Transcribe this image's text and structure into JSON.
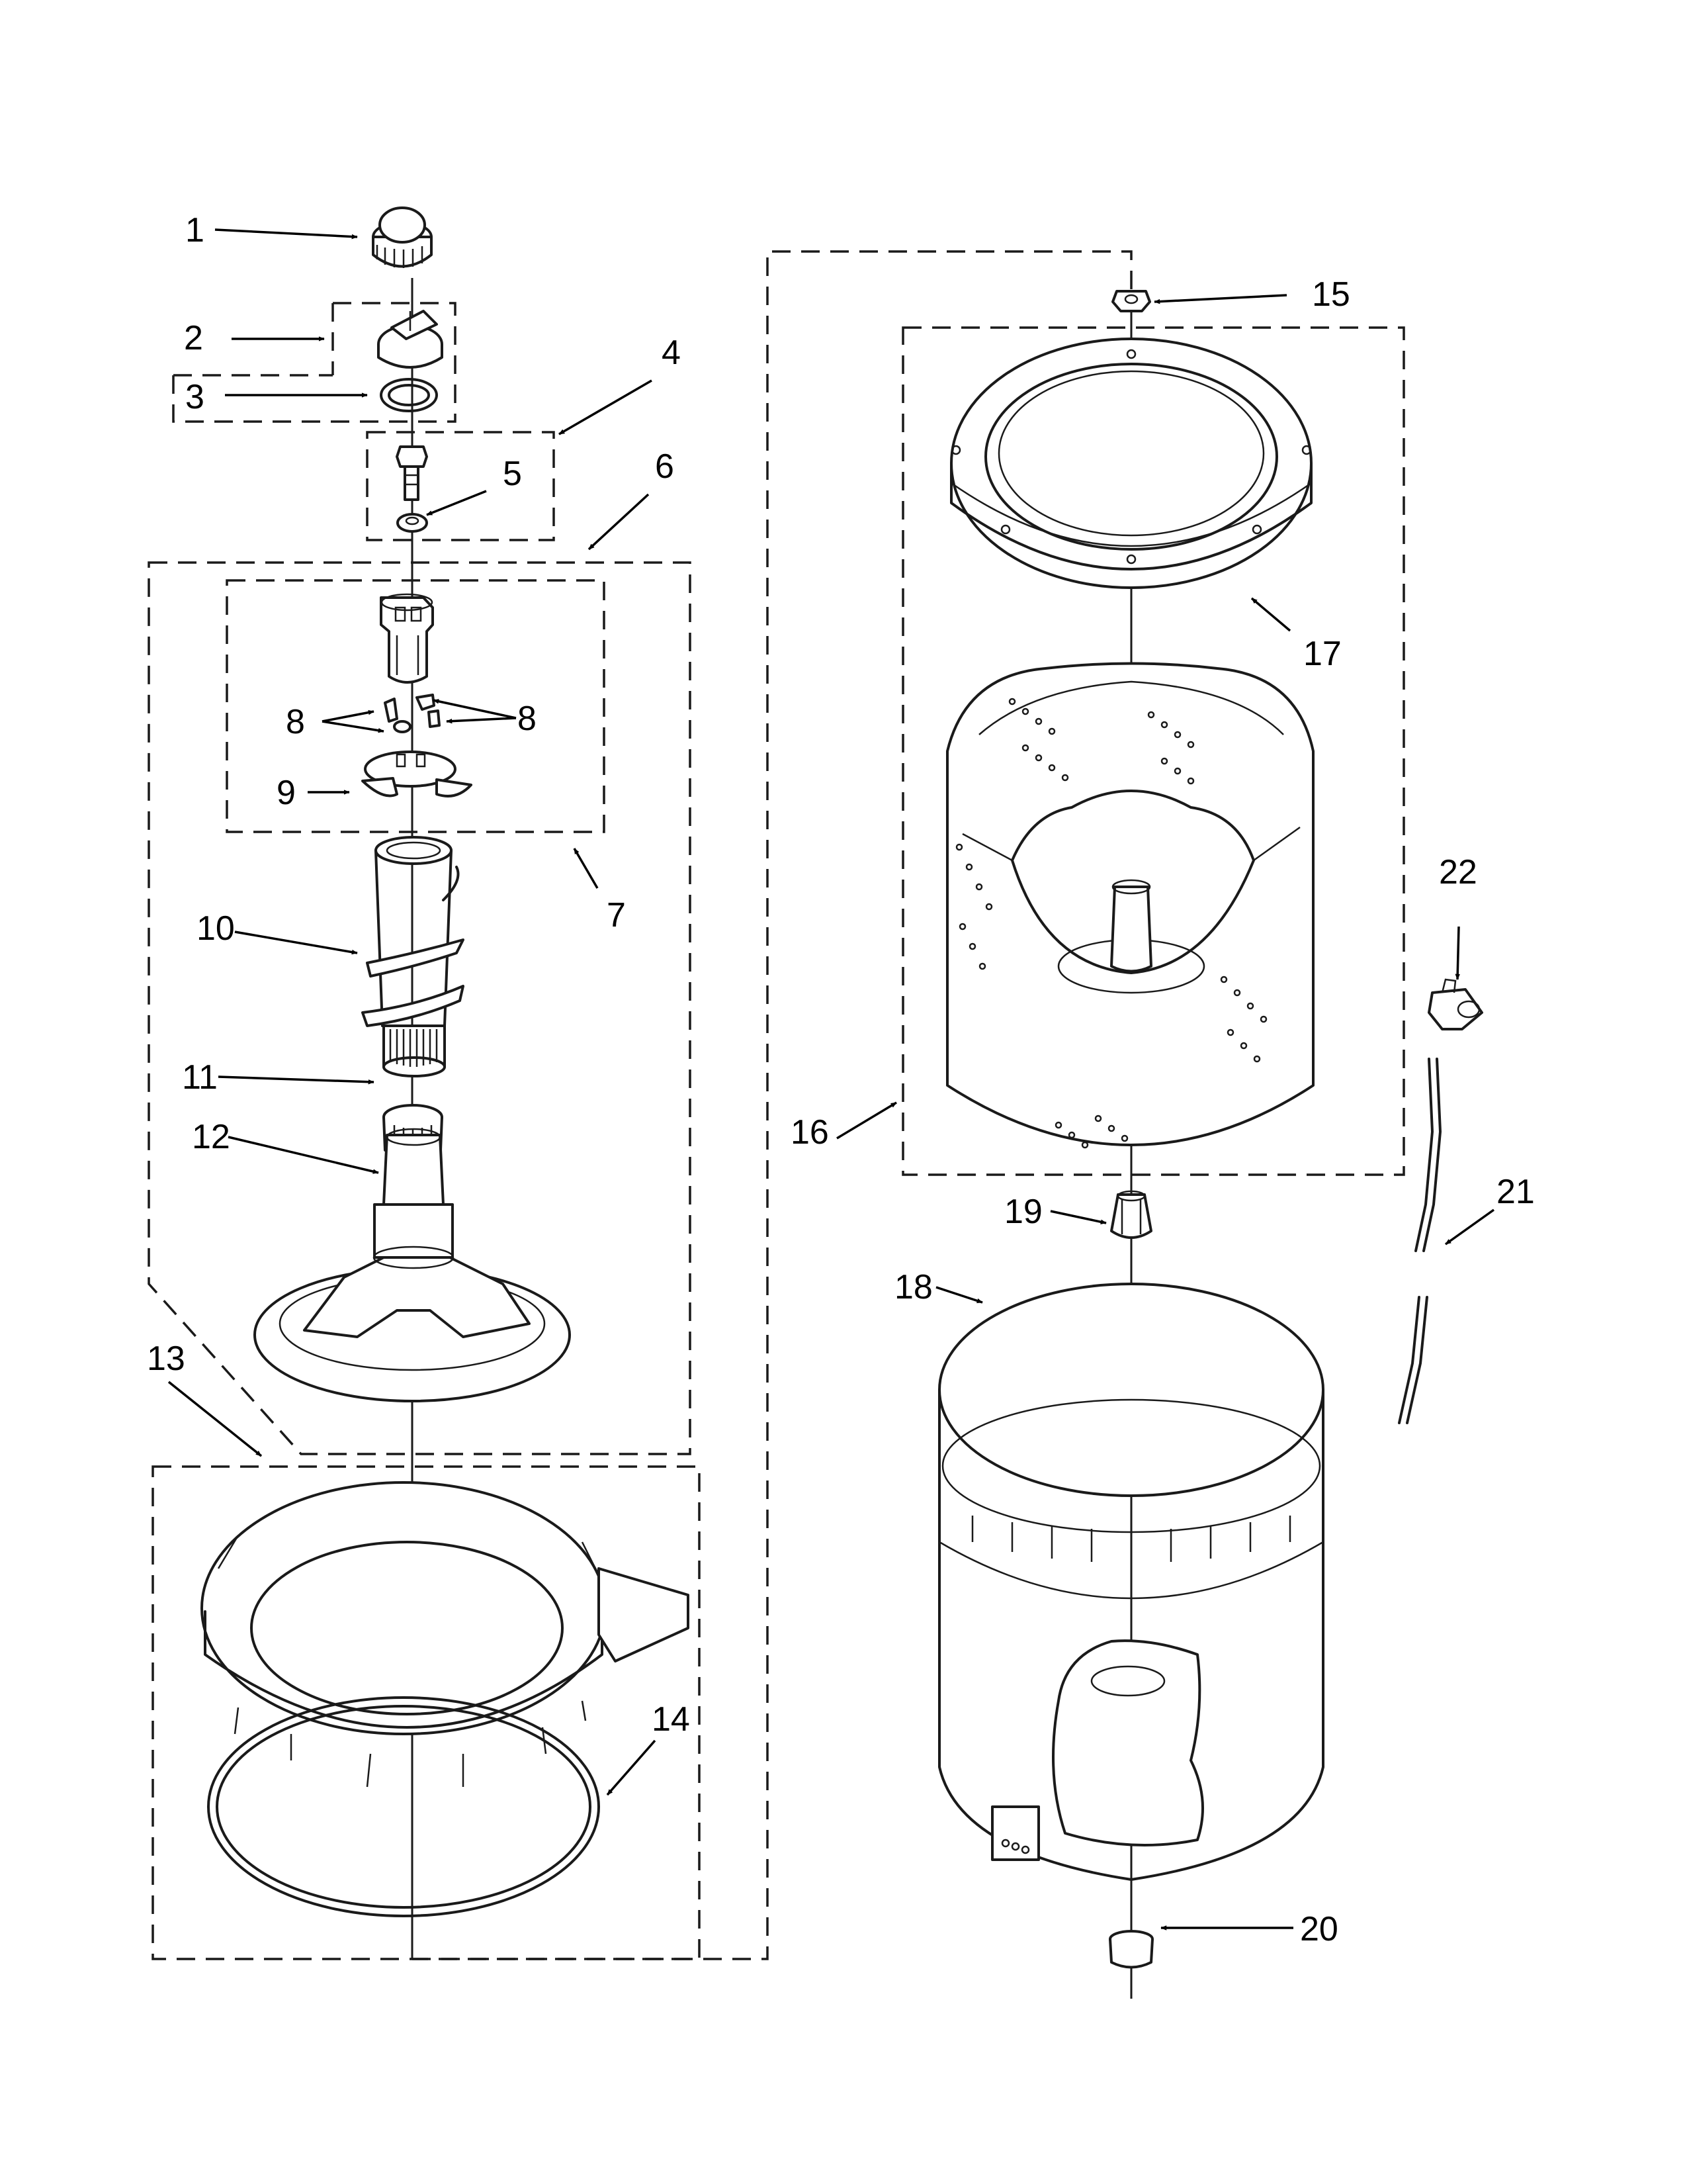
{
  "diagram": {
    "labels": {
      "l1": "1",
      "l2": "2",
      "l3": "3",
      "l4": "4",
      "l5": "5",
      "l6": "6",
      "l7": "7",
      "l8a": "8",
      "l8b": "8",
      "l9": "9",
      "l10": "10",
      "l11": "11",
      "l12": "12",
      "l13": "13",
      "l14": "14",
      "l15": "15",
      "l16": "16",
      "l17": "17",
      "l18": "18",
      "l19": "19",
      "l20": "20",
      "l21": "21",
      "l22": "22"
    }
  }
}
